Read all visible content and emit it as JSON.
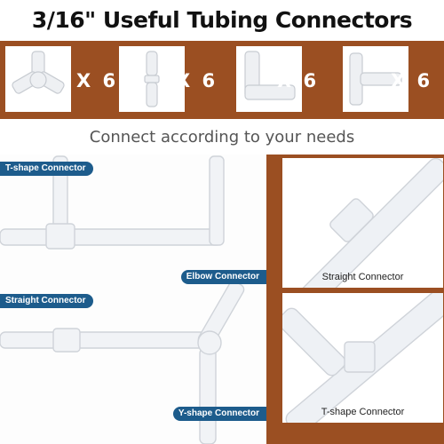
{
  "header": {
    "title": "3/16\" Useful Tubing Connectors"
  },
  "products": [
    {
      "name": "Y-shape connector",
      "icon": "y-connector-icon",
      "count": "X 6"
    },
    {
      "name": "straight connector",
      "icon": "straight-connector-icon",
      "count": "X 6"
    },
    {
      "name": "elbow connector",
      "icon": "elbow-connector-icon",
      "count": "X 6"
    },
    {
      "name": "T-shape connector",
      "icon": "t-connector-icon",
      "count": "X 6"
    }
  ],
  "subtitle": "Connect according to your needs",
  "labels": {
    "t_shape": "T-shape Connector",
    "elbow": "Elbow Connector",
    "straight": "Straight Connector",
    "y_shape": "Y-shape Connector"
  },
  "panels": {
    "straight_caption": "Straight Connector",
    "t_shape_caption": "T-shape Connector"
  },
  "colors": {
    "brown": "#9b4f22",
    "tag_blue": "#1d5c8c"
  }
}
